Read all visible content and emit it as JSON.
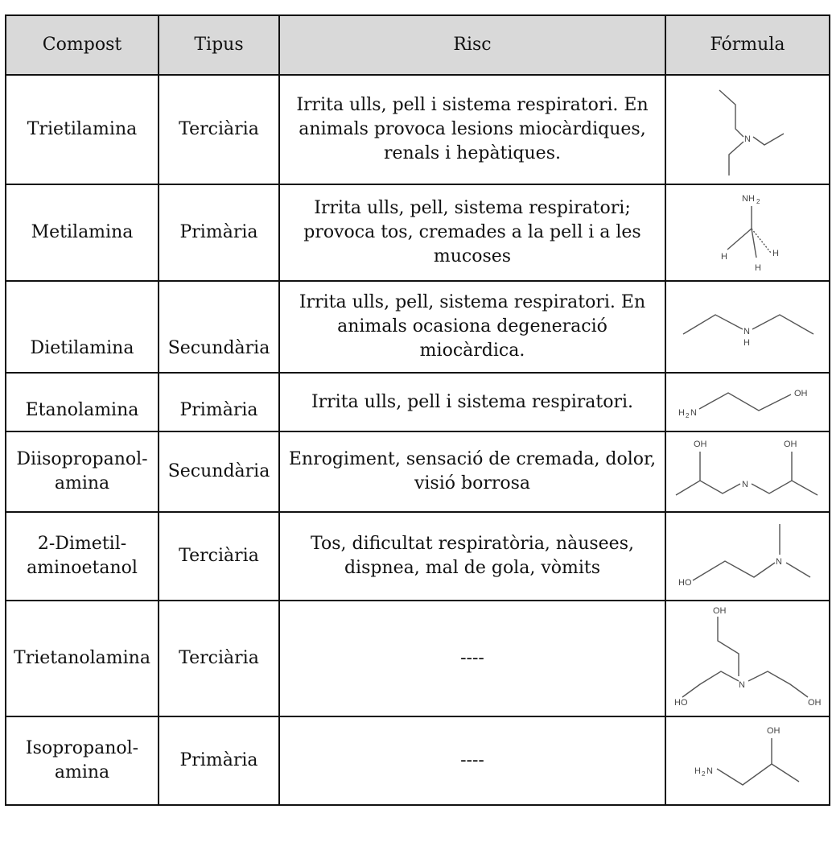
{
  "table": {
    "headers": [
      "Compost",
      "Tipus",
      "Risc",
      "Fórmula"
    ],
    "rows": [
      {
        "compound": "Trietilamina",
        "type": "Terciària",
        "risk": "Irrita ulls, pell i sistema respiratori. En animals provoca lesions miocàrdiques, renals i hepàtiques.",
        "formula_icon": "triethylamine-structure-icon",
        "formula_labels": [
          "N"
        ]
      },
      {
        "compound": "Metilamina",
        "type": "Primària",
        "risk": "Irrita ulls, pell, sistema respiratori; provoca tos, cremades a la pell i a les mucoses",
        "formula_icon": "methylamine-structure-icon",
        "formula_labels": [
          "NH",
          "2",
          "H",
          "H",
          "H"
        ]
      },
      {
        "compound": "Dietilamina",
        "type": "Secundària",
        "risk": "Irrita ulls, pell, sistema respiratori. En animals ocasiona degeneració miocàrdica.",
        "formula_icon": "diethylamine-structure-icon",
        "formula_labels": [
          "N",
          "H"
        ]
      },
      {
        "compound": "Etanolamina",
        "type": "Primària",
        "risk": "Irrita ulls, pell i sistema respiratori.",
        "formula_icon": "ethanolamine-structure-icon",
        "formula_labels": [
          "H",
          "2",
          "N",
          "OH"
        ]
      },
      {
        "compound": "Diisopropanol-amina",
        "type": "Secundària",
        "risk": "Enrogiment, sensació de cremada, dolor, visió borrosa",
        "formula_icon": "diisopropanolamine-structure-icon",
        "formula_labels": [
          "OH",
          "OH",
          "N"
        ]
      },
      {
        "compound": "2-Dimetil-aminoetanol",
        "type": "Terciària",
        "risk": "Tos, dificultat respiratòria, nàusees, dispnea, mal de gola, vòmits",
        "formula_icon": "dimethylaminoethanol-structure-icon",
        "formula_labels": [
          "HO",
          "N"
        ]
      },
      {
        "compound": "Trietanolamina",
        "type": "Terciària",
        "risk": "----",
        "formula_icon": "triethanolamine-structure-icon",
        "formula_labels": [
          "OH",
          "N",
          "HO",
          "OH"
        ]
      },
      {
        "compound": "Isopropanol-amina",
        "type": "Primària",
        "risk": "----",
        "formula_icon": "isopropanolamine-structure-icon",
        "formula_labels": [
          "OH",
          "H",
          "2",
          "N"
        ]
      }
    ]
  }
}
